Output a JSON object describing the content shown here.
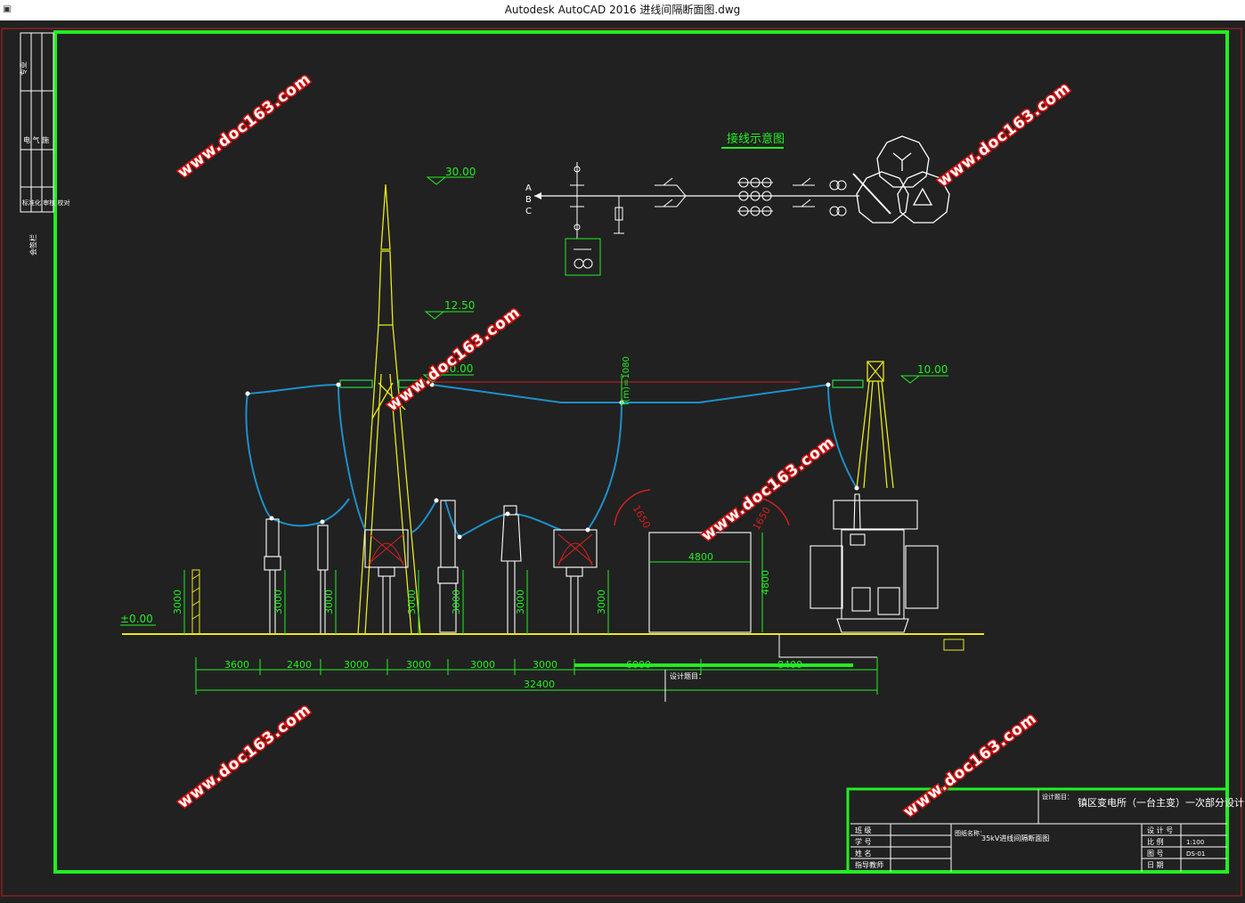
{
  "window": {
    "title": "Autodesk AutoCAD 2016     进线间隔断面图.dwg"
  },
  "schematic": {
    "title": "接线示意图",
    "phase_labels": [
      "A",
      "B",
      "C"
    ]
  },
  "elevations": {
    "top": "30.00",
    "mid": "12.50",
    "busbar_left": "10.00",
    "busbar_right": "10.00",
    "ground": "±0.00"
  },
  "dimensions": {
    "heights": [
      "3000",
      "3000",
      "3000",
      "3000",
      "3000",
      "3000",
      "3000"
    ],
    "sag": "f(m)=1080",
    "clearance_left": "1650",
    "clearance_right": "1650",
    "building_width": "4800",
    "building_height": "4800",
    "spans": [
      "3600",
      "2400",
      "3000",
      "3000",
      "3000",
      "3000",
      "6000",
      "8400"
    ],
    "total": "32400",
    "note": "设计题目："
  },
  "watermark": "www.doc163.com",
  "left_strip": {
    "cells": [
      "专业",
      "电 气 施",
      "标准化 审核 校对"
    ],
    "side_label": "会签栏"
  },
  "title_block": {
    "design_topic_label": "设计题目：",
    "project_title": "镇区变电所（一台主变）一次部分设计",
    "drawing_name_label": "图纸名称：",
    "drawing_name": "35kV进线间隔断面图",
    "rows_left": [
      "班 级",
      "学 号",
      "姓 名",
      "指导教师"
    ],
    "rows_right_labels": [
      "设 计 号",
      "比 例",
      "图 号",
      "日 期"
    ],
    "rows_right_values": [
      "",
      "1:100",
      "DS-01",
      ""
    ]
  }
}
